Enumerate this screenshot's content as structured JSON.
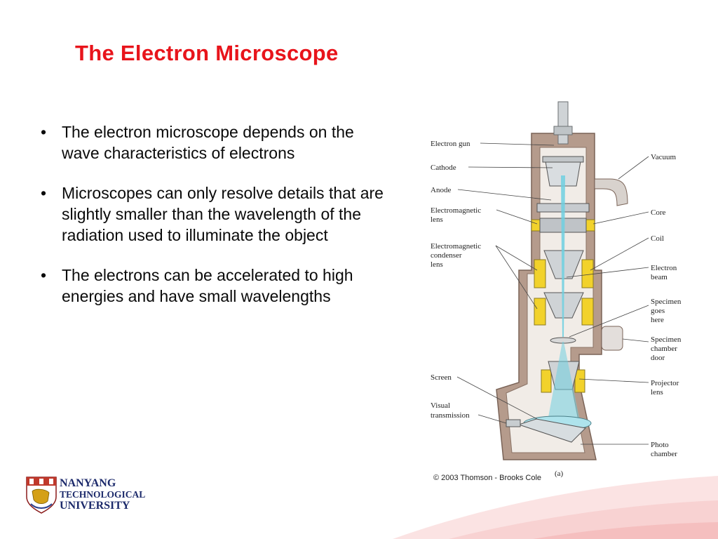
{
  "slide": {
    "title": "The Electron Microscope",
    "bullets": [
      "The electron microscope depends on the wave characteristics of electrons",
      "Microscopes can only resolve details that are slightly smaller than the wavelength of the radiation used to illuminate the object",
      "The electrons can be accelerated to high energies and have small wavelengths"
    ],
    "bullet_symbol": "•"
  },
  "diagram": {
    "labels_left": [
      "Electron gun",
      "Cathode",
      "Anode",
      "Electromagnetic",
      "lens",
      "Electromagnetic",
      "condenser",
      "lens",
      "Screen",
      "Visual",
      "transmission"
    ],
    "labels_right": [
      "Vacuum",
      "Core",
      "Coil",
      "Electron",
      "beam",
      "Specimen",
      "goes",
      "here",
      "Specimen",
      "chamber",
      "door",
      "Projector",
      "lens",
      "Photo",
      "chamber"
    ],
    "panel_label": "(a)",
    "copyright": "© 2003 Thomson - Brooks Cole"
  },
  "logo": {
    "line1": "NANYANG",
    "line2": "TECHNOLOGICAL",
    "line3": "UNIVERSITY"
  },
  "colors": {
    "title": "#e8141b",
    "housing": "#b59b8c",
    "beam": "#6fd0e0",
    "coil": "#f2d22b",
    "logo": "#1c2a6b"
  }
}
